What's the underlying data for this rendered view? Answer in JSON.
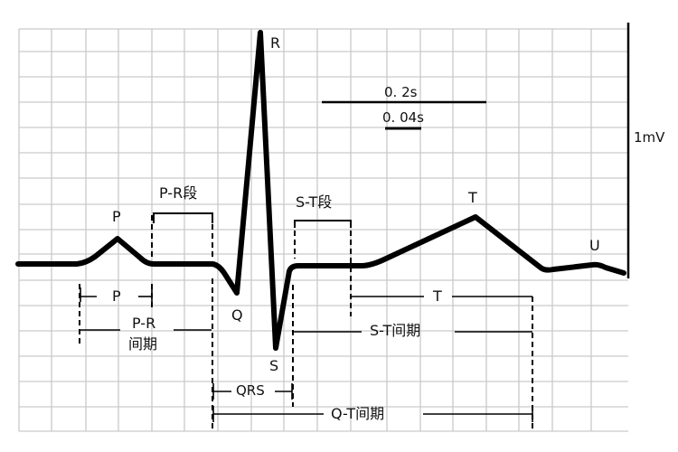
{
  "title": "ECG waveform diagram",
  "colors": {
    "grid": "#c8c8c8",
    "trace": "#000000",
    "text": "#111111",
    "background": "#ffffff"
  },
  "waves": {
    "P": "P",
    "Q": "Q",
    "R": "R",
    "S": "S",
    "T": "T",
    "U": "U"
  },
  "segments": {
    "pr_segment": "P-R段",
    "st_segment": "S-T段"
  },
  "intervals": {
    "p_duration": "P",
    "pr_interval_line1": "P-R",
    "pr_interval_line2": "间期",
    "qrs_duration": "QRS",
    "t_duration": "T",
    "st_interval": "S-T间期",
    "qt_interval": "Q-T间期"
  },
  "scale": {
    "time_large": "0. 2s",
    "time_small": "0. 04s",
    "voltage": "1mV"
  }
}
